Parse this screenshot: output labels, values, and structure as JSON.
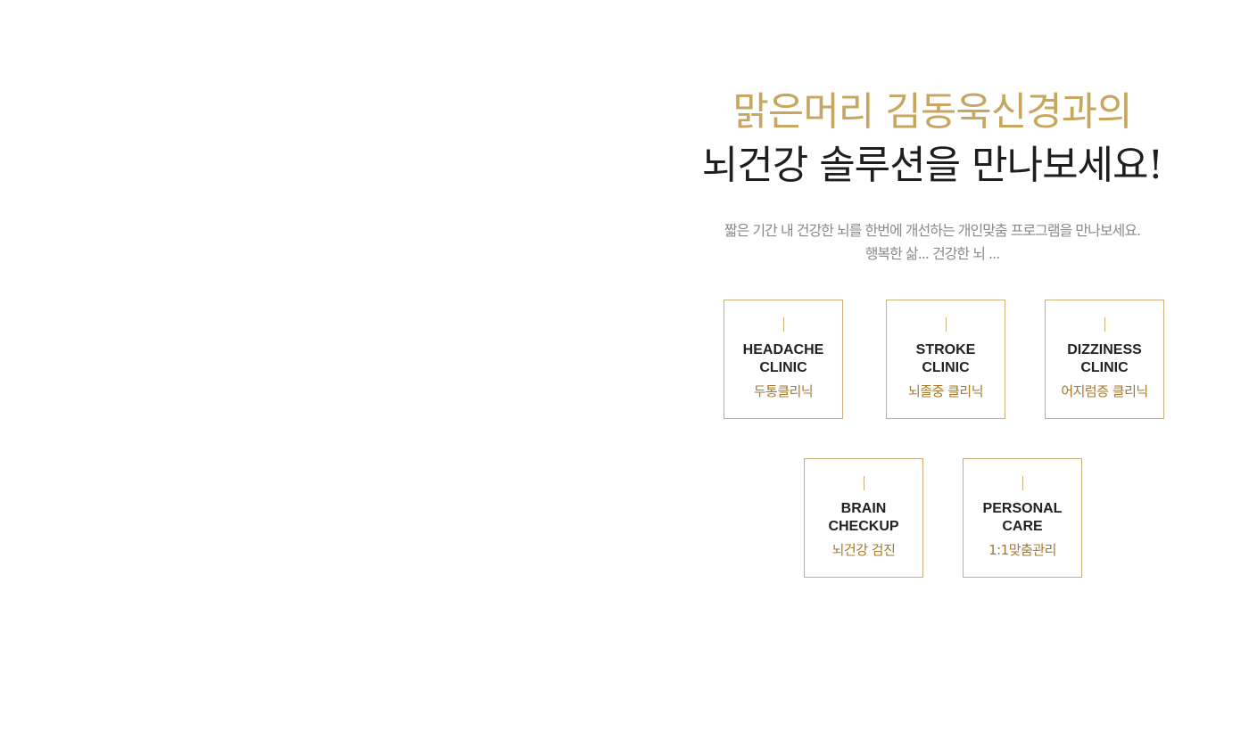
{
  "hero": {
    "title_line1": "맑은머리 김동욱신경과의",
    "title_line2": "뇌건강 솔루션을 만나보세요!",
    "description_line1": "짧은 기간 내  건강한 뇌를 한번에  개선하는 개인맞춤  프로그램을  만나보세요.",
    "description_line2": "행복한 삶... 건강한 뇌 ..."
  },
  "clinics": [
    {
      "en": "HEADACHE\nCLINIC",
      "ko": "두통클리닉"
    },
    {
      "en": "STROKE\nCLINIC",
      "ko": "뇌졸중 클리닉"
    },
    {
      "en": "DIZZINESS\nCLINIC",
      "ko": "어지럼증 클리닉"
    },
    {
      "en": "BRAIN\nCHECKUP",
      "ko": "뇌건강 검진"
    },
    {
      "en": "PERSONAL\nCARE",
      "ko": "1:1맞춤관리"
    }
  ],
  "colors": {
    "accent_gold": "#c7a65f",
    "box_border": "#c9ae7a",
    "korean_label": "#a5792b",
    "title_dark": "#1e1e1e",
    "description_gray": "#8a8a8a"
  }
}
